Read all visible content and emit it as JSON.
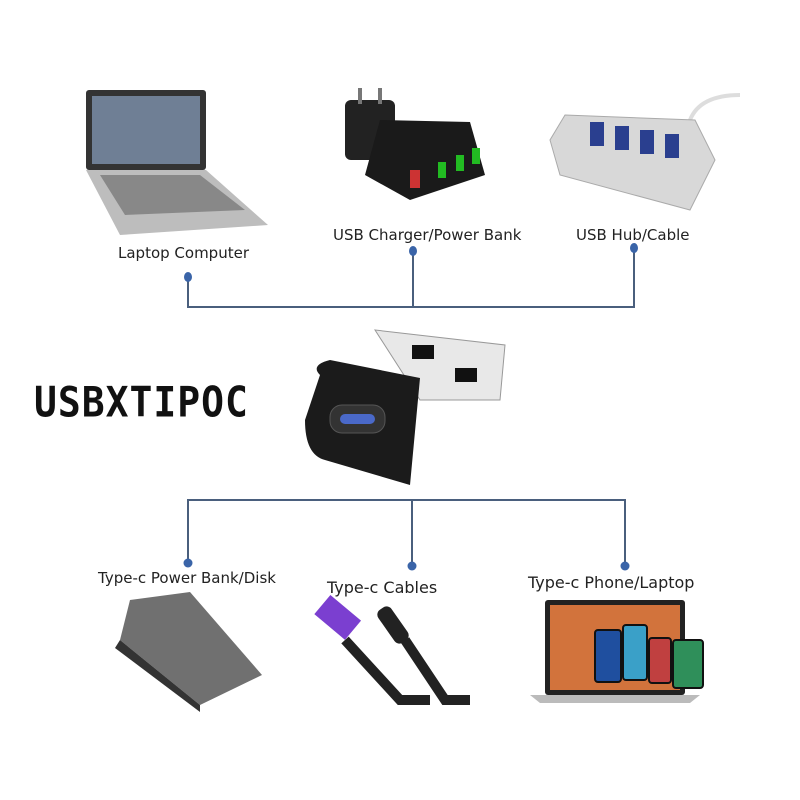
{
  "brand": "USBXTIPOC",
  "top_devices": [
    {
      "label": "Laptop Computer"
    },
    {
      "label": "USB Charger/Power Bank"
    },
    {
      "label": "USB Hub/Cable"
    }
  ],
  "bottom_devices": [
    {
      "label": "Type-c Power Bank/Disk"
    },
    {
      "label": "Type-c Cables"
    },
    {
      "label": "Type-c Phone/Laptop"
    }
  ],
  "colors": {
    "connector": "#3a64a8",
    "line": "#4a5f7d"
  }
}
